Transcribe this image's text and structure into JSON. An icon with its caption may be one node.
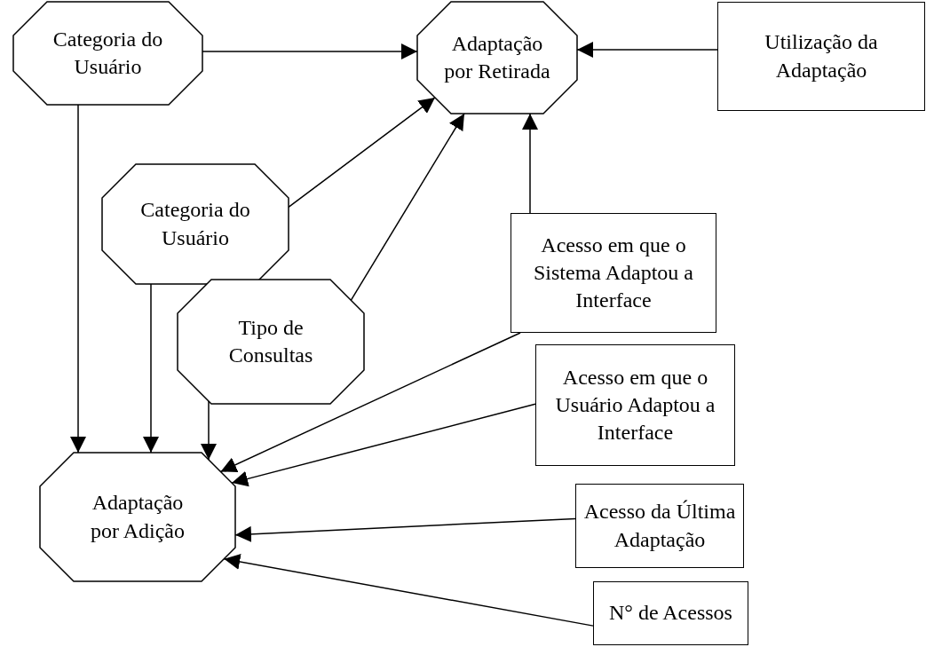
{
  "diagram": {
    "nodes": [
      {
        "text": [
          "Categoria do Usuário"
        ]
      },
      {
        "text": [
          "Adaptação por Retirada"
        ]
      },
      {
        "text": [
          "Utilização da Adaptação"
        ]
      },
      {
        "text": [
          "Categoria do Usuário"
        ]
      },
      {
        "text": [
          "Acesso em que o Sistema Adaptou a Interface"
        ]
      },
      {
        "text": [
          "Tipo de Consultas"
        ]
      },
      {
        "text": [
          "Acesso em que o Usuário Adaptou a Interface"
        ]
      },
      {
        "text": [
          "Adaptação por Adição"
        ]
      },
      {
        "text": [
          "Acesso da Última Adaptação"
        ]
      },
      {
        "text": [
          "N° de Acessos"
        ]
      }
    ],
    "edges": [
      {
        "from": 0,
        "to": 1,
        "arrow": "to"
      },
      {
        "from": 2,
        "to": 1,
        "arrow": "to"
      },
      {
        "from": 3,
        "to": 1,
        "arrow": "to"
      },
      {
        "from": 5,
        "to": 1,
        "arrow": "to"
      },
      {
        "from": 4,
        "to": 1,
        "arrow": "to"
      },
      {
        "from": 0,
        "to": 7,
        "arrow": "to"
      },
      {
        "from": 3,
        "to": 7,
        "arrow": "to"
      },
      {
        "from": 5,
        "to": 7,
        "arrow": "to"
      },
      {
        "from": 4,
        "to": 7,
        "arrow": "to"
      },
      {
        "from": 6,
        "to": 7,
        "arrow": "to"
      },
      {
        "from": 8,
        "to": 7,
        "arrow": "to"
      },
      {
        "from": 9,
        "to": 7,
        "arrow": "to"
      }
    ]
  }
}
